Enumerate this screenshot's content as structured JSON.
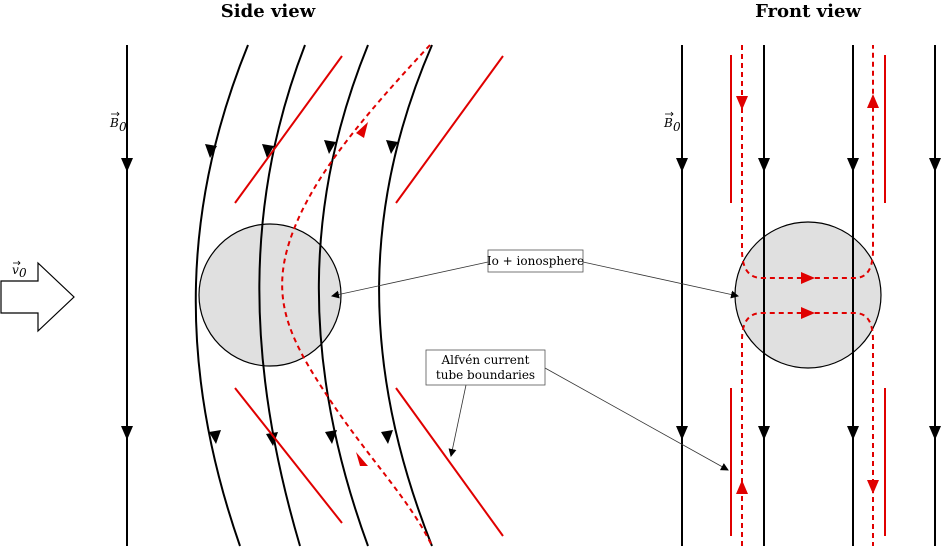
{
  "titles": {
    "side_view": "Side view",
    "front_view": "Front view"
  },
  "labels": {
    "b0_side": "B",
    "b0_side_sub": "0",
    "b0_front": "B",
    "b0_front_sub": "0",
    "v0": "v",
    "v0_sub": "0",
    "io_ionosphere": "Io + ionosphere",
    "alfven_line1": "Alfvén current",
    "alfven_line2": "tube boundaries"
  },
  "colors": {
    "field_line": "#000000",
    "current": "#e00000",
    "body_fill": "#e0e0e0",
    "body_stroke": "#000000",
    "label_box_stroke": "#555555"
  },
  "icons": {
    "flow_arrow": "block-arrow-right-icon",
    "field_arrow": "arrowhead-icon"
  }
}
